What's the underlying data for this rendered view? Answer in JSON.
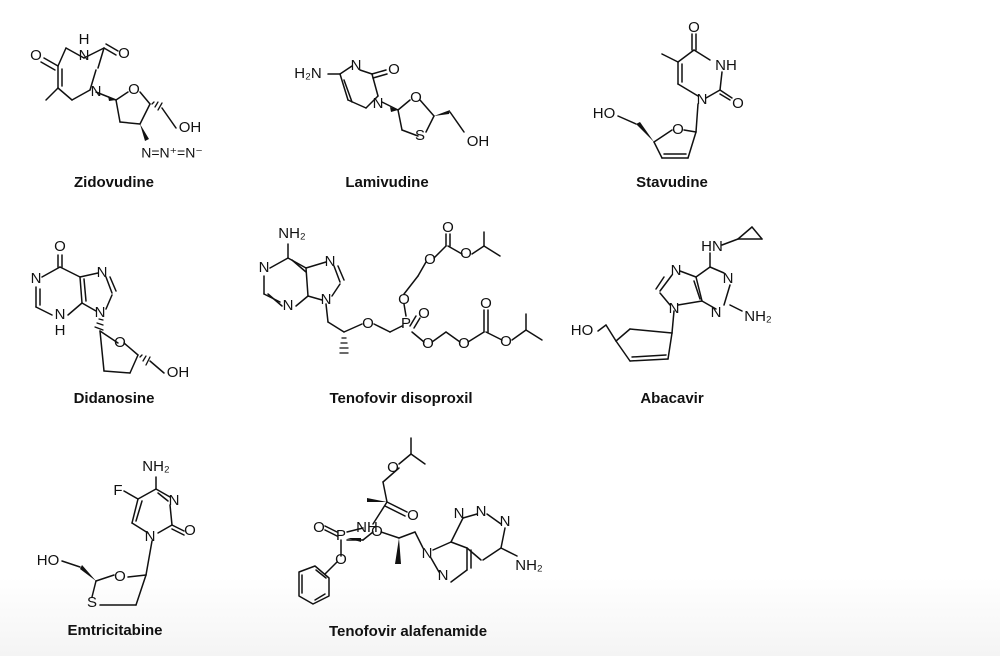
{
  "molecules": [
    {
      "name": "Zidovudine"
    },
    {
      "name": "Lamivudine"
    },
    {
      "name": "Stavudine"
    },
    {
      "name": "Didanosine"
    },
    {
      "name": "Tenofovir disoproxil"
    },
    {
      "name": "Abacavir"
    },
    {
      "name": "Emtricitabine"
    },
    {
      "name": "Tenofovir alafenamide"
    }
  ],
  "atom_labels": {
    "O": "O",
    "N": "N",
    "S": "S",
    "F": "F",
    "P": "P",
    "H": "H",
    "OH": "OH",
    "HO": "HO",
    "NH": "NH",
    "HN": "HN",
    "NH2": "NH₂",
    "H2N": "H₂N",
    "azide": "N=N⁺=N⁻"
  }
}
